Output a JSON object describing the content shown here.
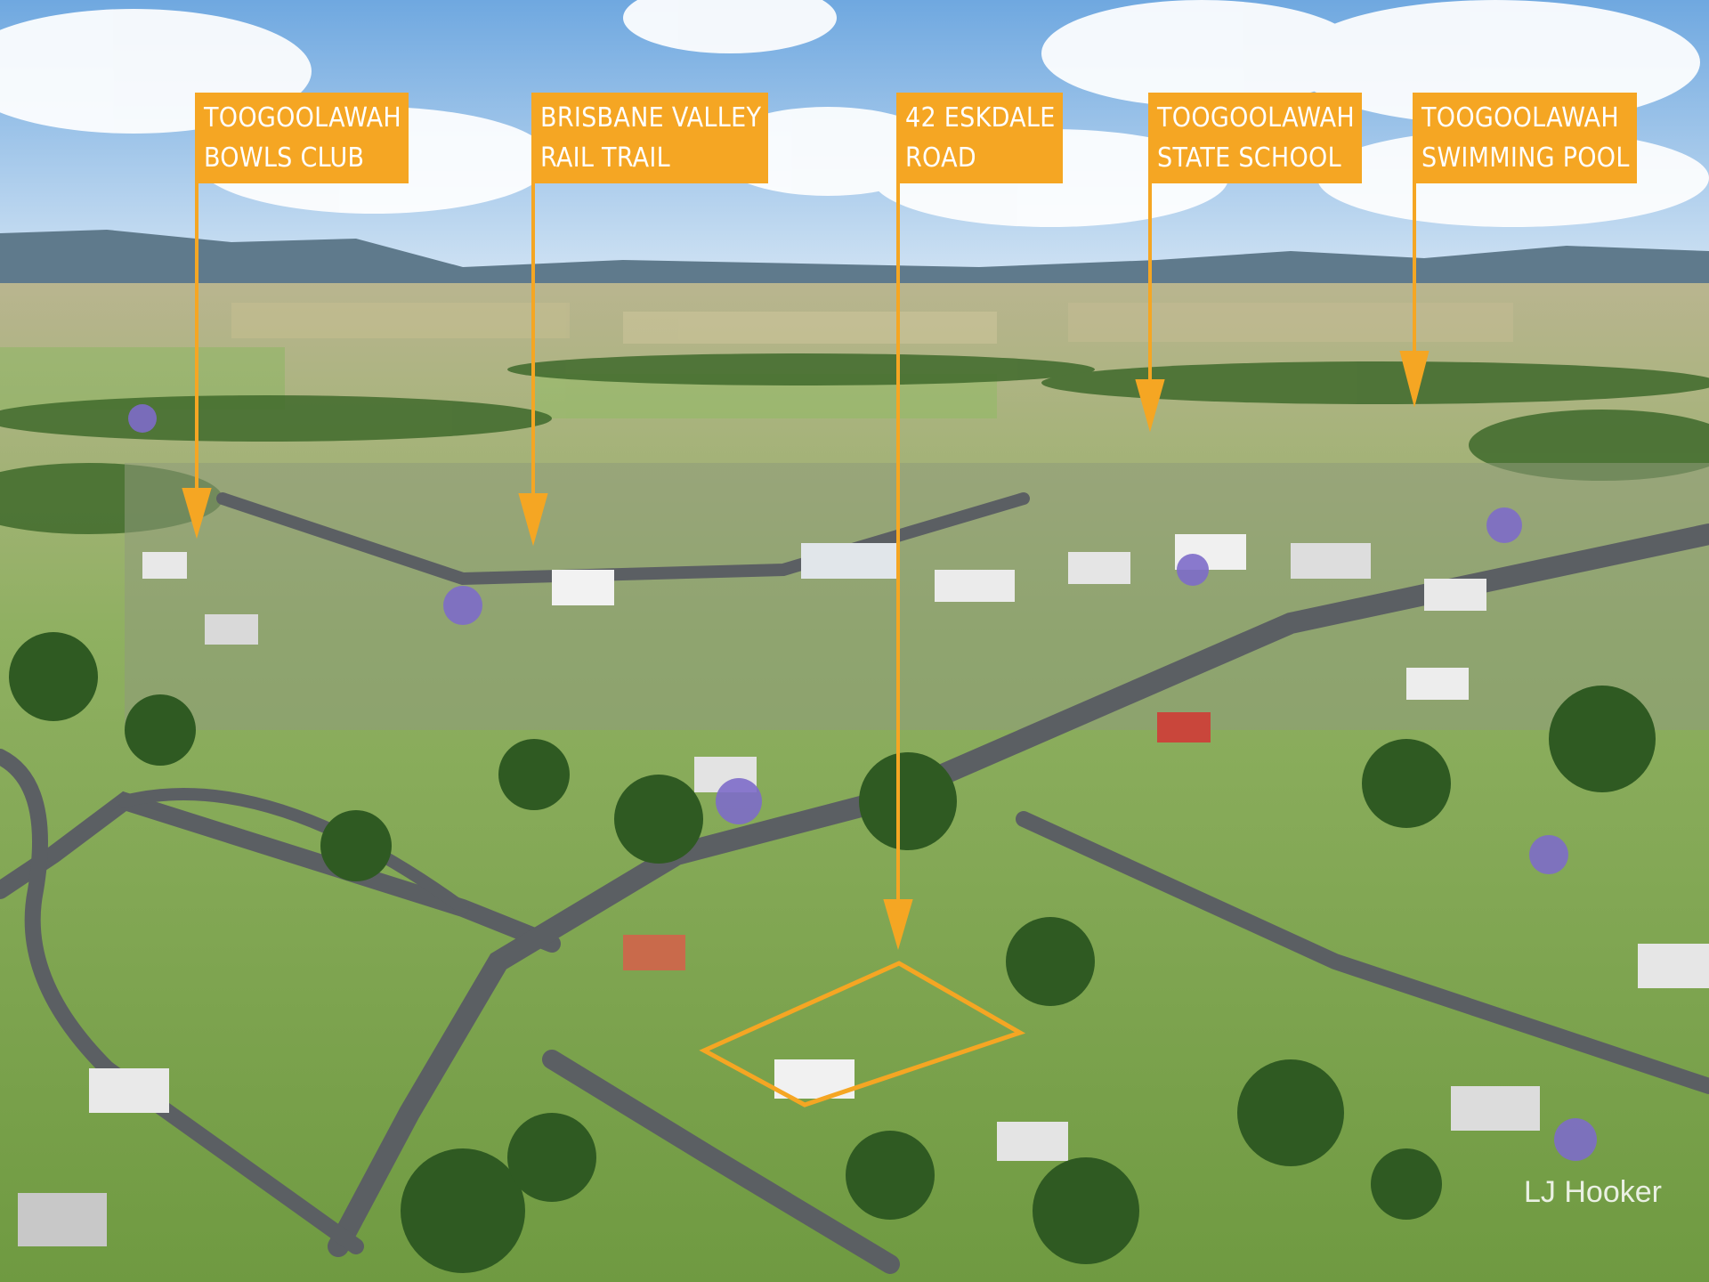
{
  "labels": [
    {
      "id": "bowls",
      "text": "TOOGOOLAWAH\nBOWLS CLUB"
    },
    {
      "id": "rail",
      "text": "BRISBANE VALLEY\nRAIL TRAIL"
    },
    {
      "id": "road",
      "text": "42 ESKDALE\nROAD"
    },
    {
      "id": "school",
      "text": "TOOGOOLAWAH\nSTATE SCHOOL"
    },
    {
      "id": "pool",
      "text": "TOOGOOLAWAH\nSWIMMING POOL"
    }
  ],
  "watermark": "LJ Hooker",
  "colors": {
    "accent": "#f5a623",
    "sky": "#9cc2e6",
    "grass": "#7fa64a",
    "road": "#5b5f63"
  }
}
